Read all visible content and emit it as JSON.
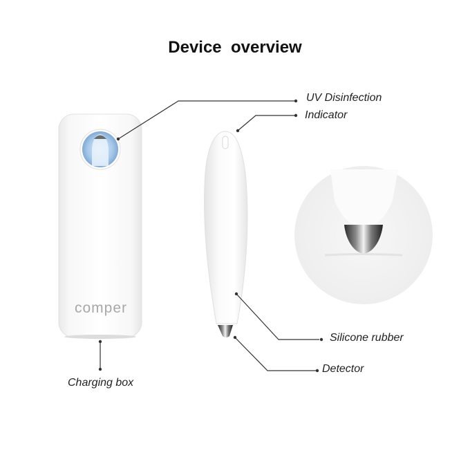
{
  "title": "Device  overview",
  "brand": "comper",
  "callouts": {
    "uv": "UV Disinfection",
    "indicator": "Indicator",
    "silicone": "Silicone rubber",
    "detector": "Detector",
    "charging_box": "Charging box"
  },
  "colors": {
    "leader_line": "#333333",
    "uv_window": "#a9cbe8",
    "tip_metal": "#5a5a5a"
  }
}
